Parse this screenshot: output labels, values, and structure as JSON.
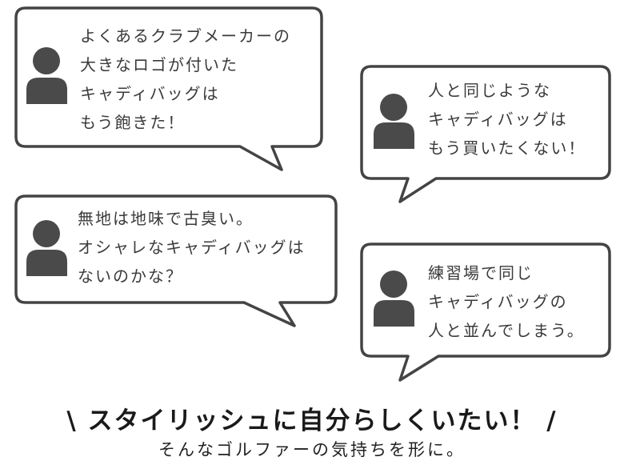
{
  "colors": {
    "outline": "#444444",
    "avatar": "#4a4a4a",
    "text": "#3a3a3a"
  },
  "bubbles": [
    {
      "icon": "person-icon",
      "lines": [
        "よくあるクラブメーカーの",
        "大きなロゴが付いた",
        "キャディバッグは",
        "もう飽きた！"
      ]
    },
    {
      "icon": "person-icon",
      "lines": [
        "人と同じような",
        "キャディバッグは",
        "もう買いたくない！"
      ]
    },
    {
      "icon": "person-icon",
      "lines": [
        "無地は地味で古臭い。",
        "オシャレなキャディバッグは",
        "ないのかな？"
      ]
    },
    {
      "icon": "person-icon",
      "lines": [
        "練習場で同じ",
        "キャディバッグの",
        "人と並んでしまう。"
      ]
    }
  ],
  "headline": {
    "left_mark": "\\",
    "text": "スタイリッシュに自分らしくいたい！",
    "right_mark": "/"
  },
  "subheadline": "そんなゴルファーの気持ちを形に。"
}
